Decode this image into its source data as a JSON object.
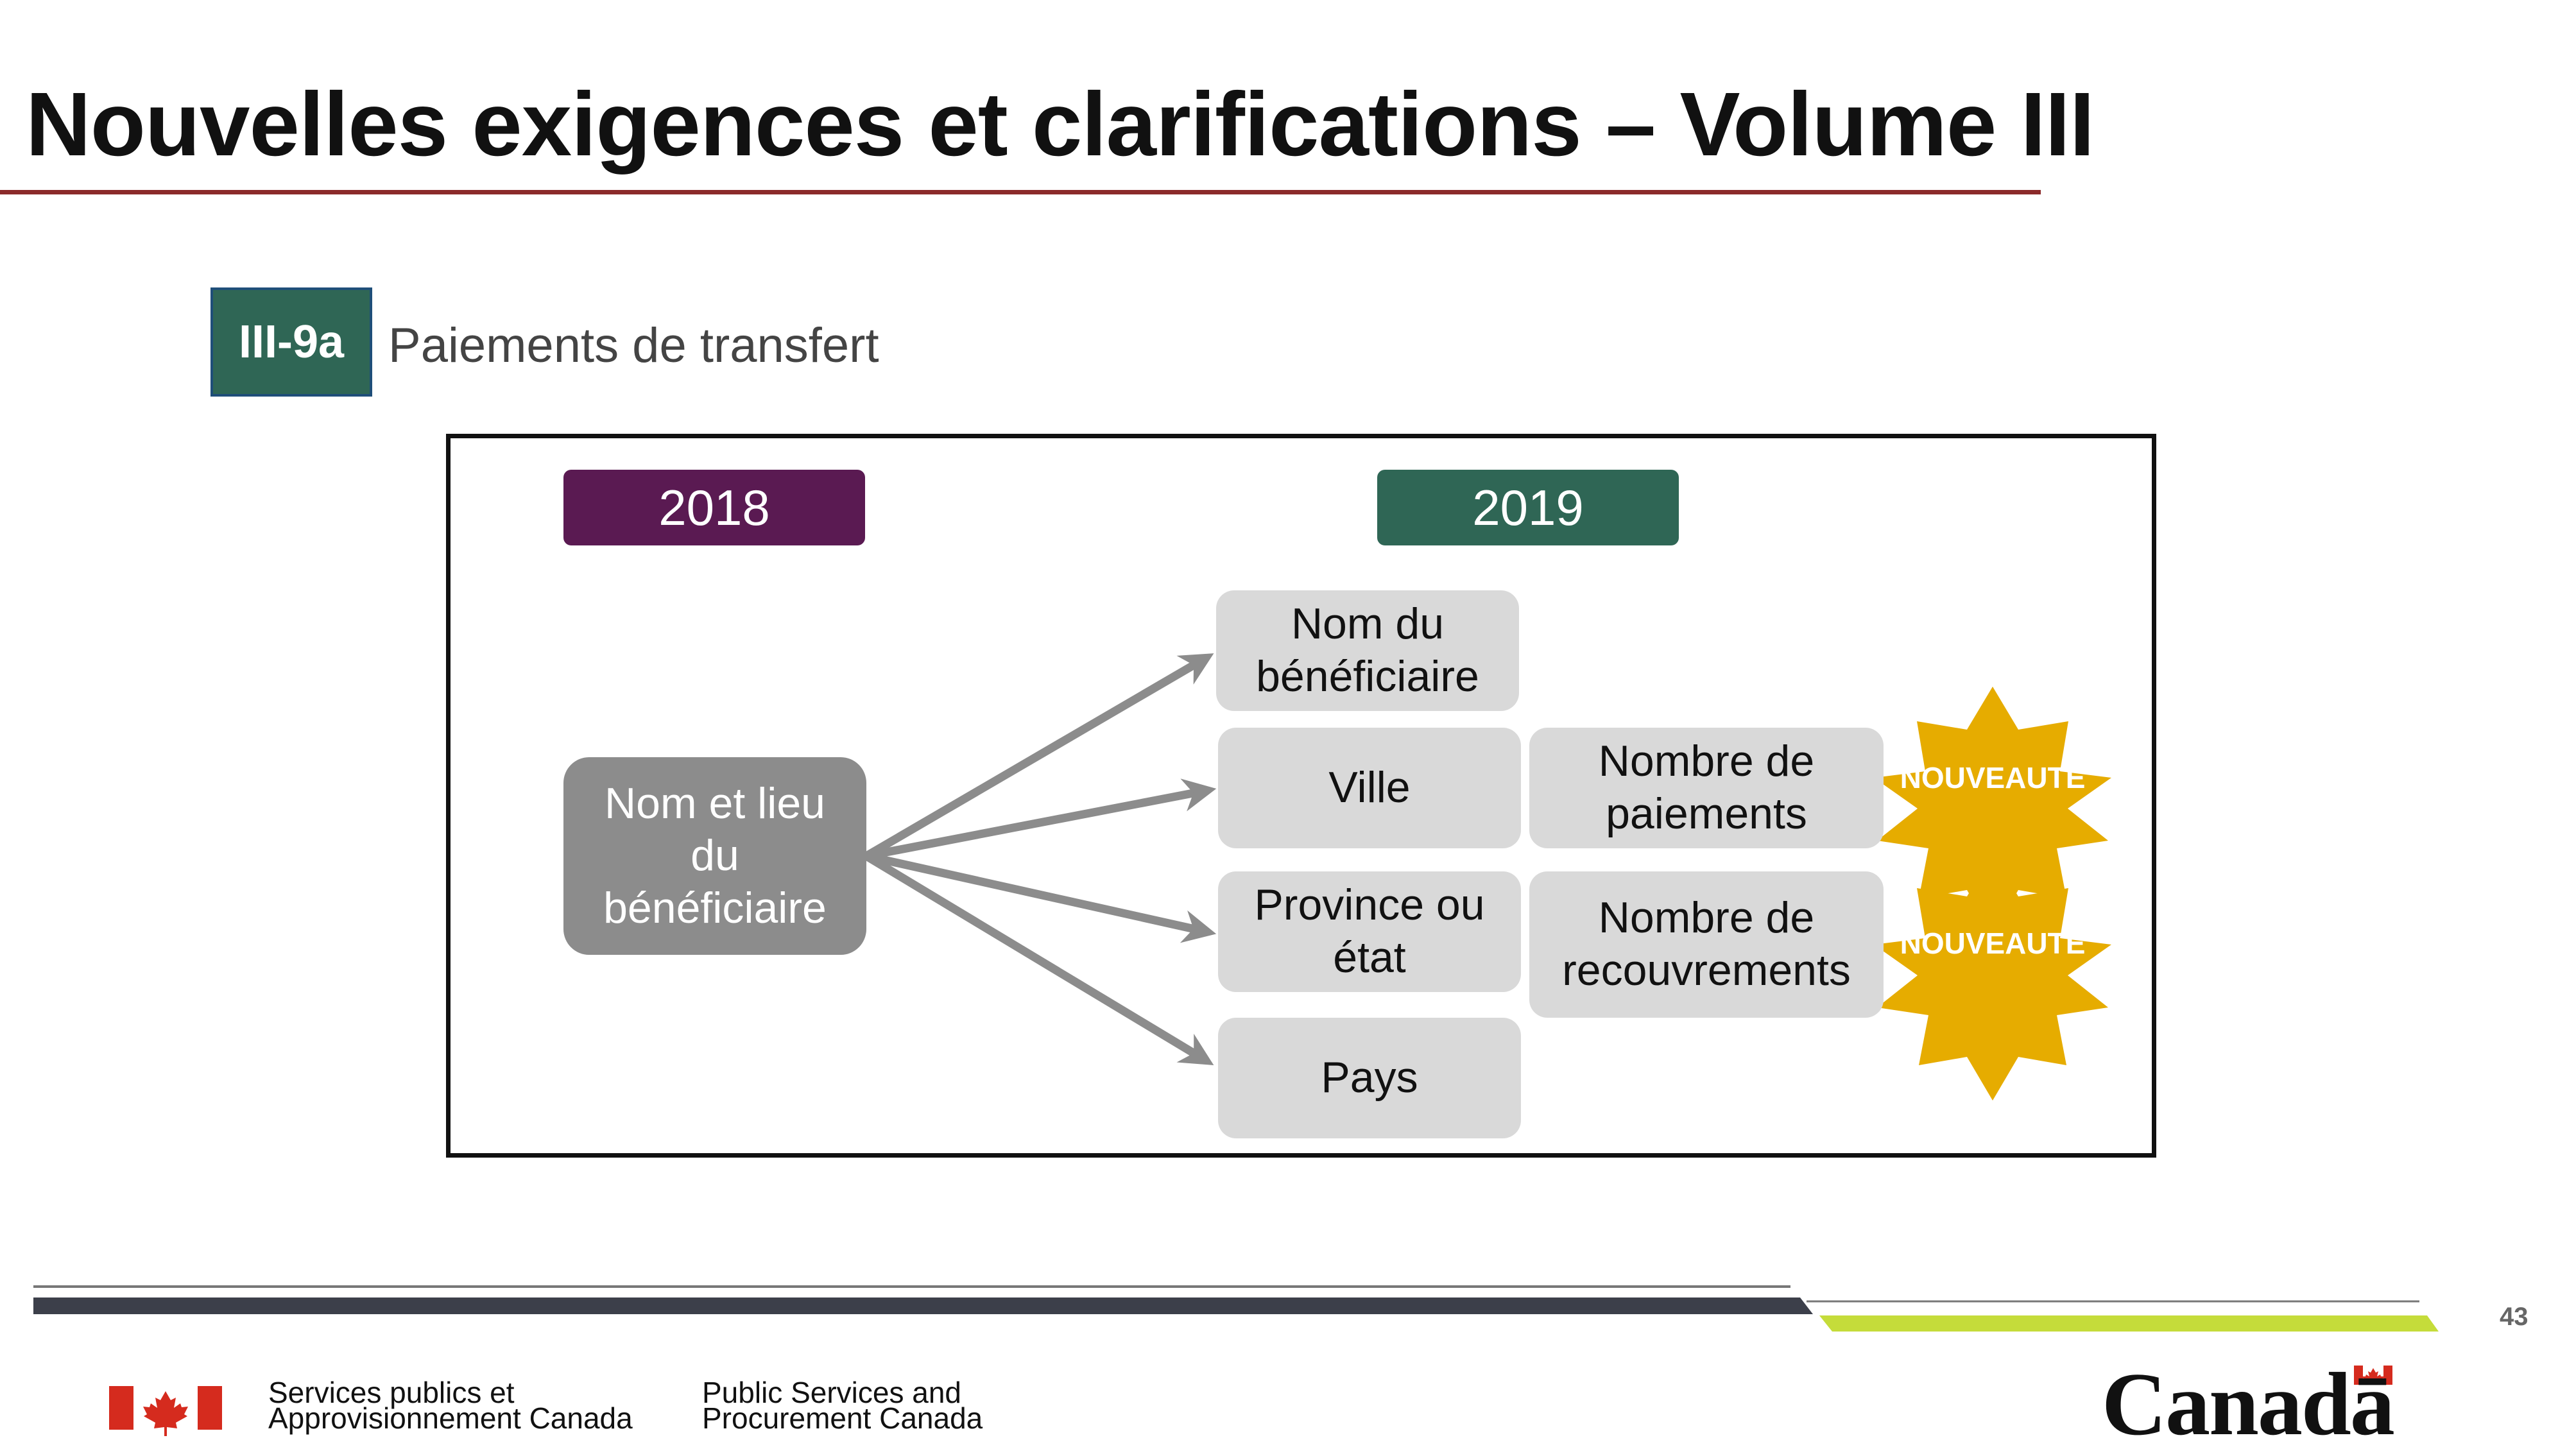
{
  "header": {
    "title": "Nouvelles exigences et clarifications – Volume III"
  },
  "section": {
    "tag": "III-9a",
    "title": "Paiements de transfert"
  },
  "diagram": {
    "year_left": "2018",
    "year_right": "2019",
    "source_box": [
      "Nom et lieu",
      "du",
      "bénéficiaire"
    ],
    "targets": {
      "nom": [
        "Nom du",
        "bénéficiaire"
      ],
      "ville": [
        "Ville"
      ],
      "province": [
        "Province ou",
        "état"
      ],
      "pays": [
        "Pays"
      ]
    },
    "new_fields": {
      "paiements": [
        "Nombre de",
        "paiements"
      ],
      "recouvrements": [
        "Nombre de",
        "recouvrements"
      ]
    },
    "badge_label": "NOUVEAUTÉ"
  },
  "colors": {
    "year_2018": "#5a1a52",
    "year_2019": "#2f6655",
    "badge": "#e6ac00",
    "title_rule": "#8b2a2a",
    "footer_green": "#c5dc3a",
    "footer_dark": "#3c3f4a"
  },
  "footer": {
    "page_number": "43",
    "dept_fr": [
      "Services publics et",
      "Approvisionnement Canada"
    ],
    "dept_en": [
      "Public Services and",
      "Procurement Canada"
    ],
    "wordmark": "Canadā"
  }
}
